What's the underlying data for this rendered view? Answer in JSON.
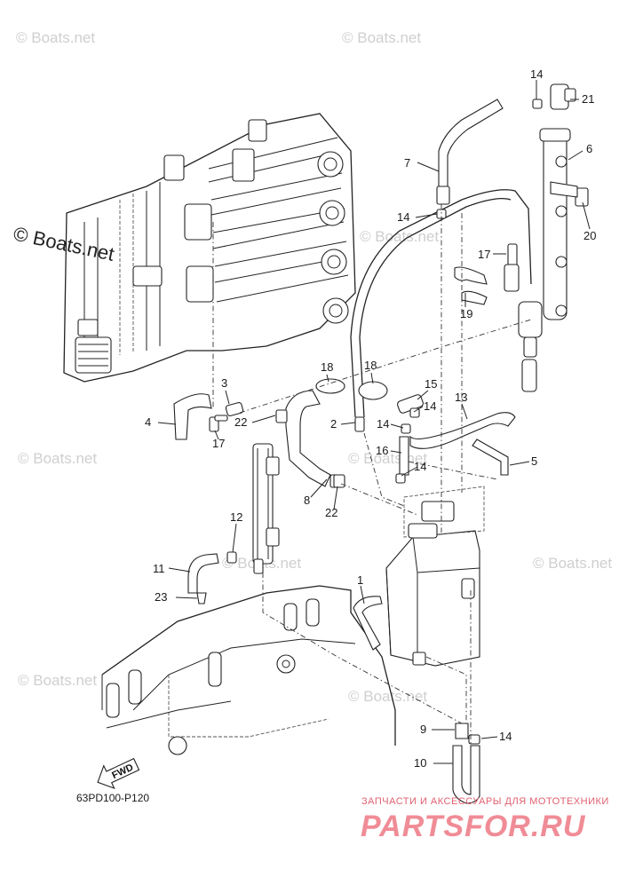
{
  "watermarks": [
    "© Boats.net",
    "© Boats.net",
    "© Boats.net",
    "© Boats.net",
    "© Boats.net",
    "© Boats.net",
    "© Boats.net",
    "© Boats.net",
    "© Boats.net"
  ],
  "watermark_big": "© Boats.net",
  "diagram_code": "63PD100-P120",
  "fwd_label": "FWD",
  "brand": {
    "tagline": "ЗАПЧАСТИ И АКСЕССУАРЫ ДЛЯ МОТОТЕХНИКИ",
    "name": "PARTSFOR.RU",
    "color": "#f08c96"
  },
  "callouts": [
    "14",
    "21",
    "6",
    "7",
    "14",
    "20",
    "17",
    "19",
    "18",
    "18",
    "3",
    "15",
    "13",
    "4",
    "22",
    "17",
    "2",
    "14",
    "14",
    "16",
    "5",
    "14",
    "8",
    "22",
    "12",
    "1",
    "11",
    "23",
    "9",
    "14",
    "10"
  ]
}
